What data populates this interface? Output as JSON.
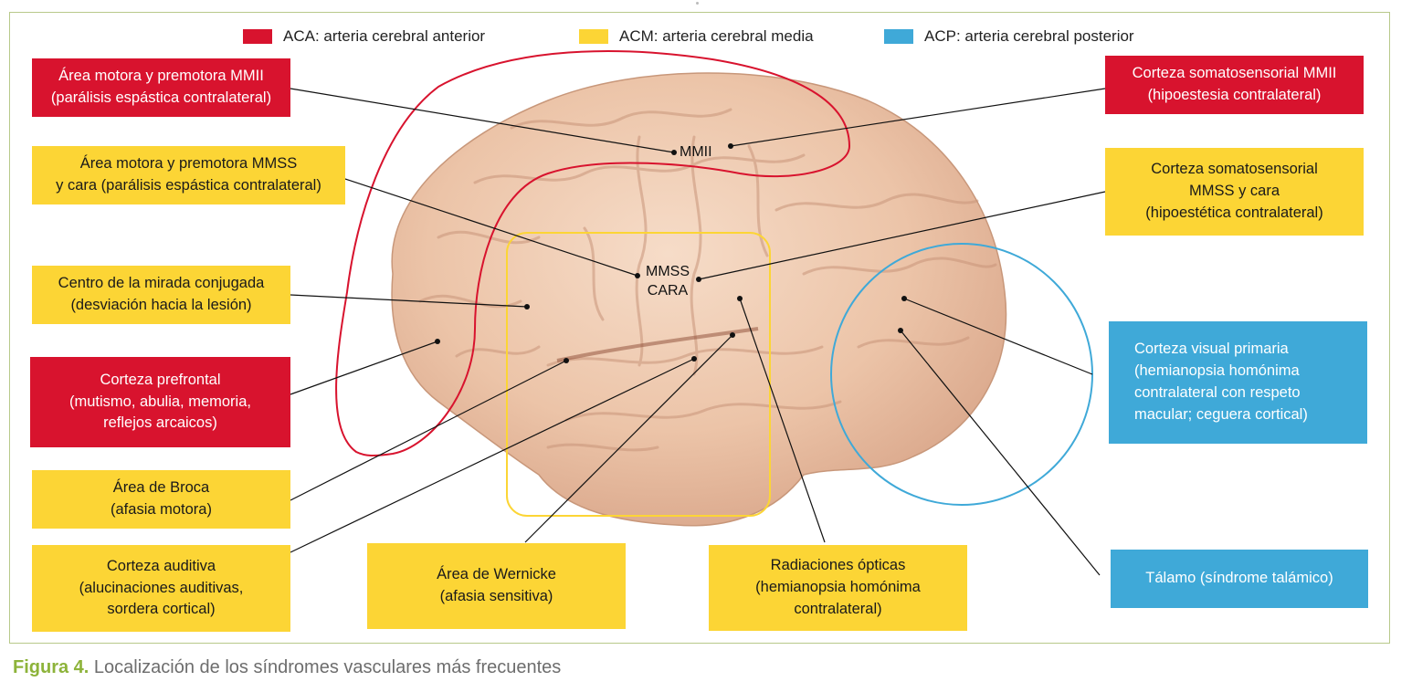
{
  "colors": {
    "aca": "#d8132e",
    "acm": "#fcd535",
    "acp": "#3fa9d8",
    "figure_label": "#8db33a",
    "frame": "#b8c98a"
  },
  "legend": [
    {
      "key": "aca",
      "label": "ACA: arteria cerebral anterior"
    },
    {
      "key": "acm",
      "label": "ACM: arteria cerebral media"
    },
    {
      "key": "acp",
      "label": "ACP: arteria cerebral posterior"
    }
  ],
  "labels": {
    "motora_mmii": "Área motora y premotora MMII\n(parálisis espástica contralateral)",
    "motora_mmss": "Área motora y premotora MMSS\ny cara (parálisis espástica contralateral)",
    "mirada": "Centro de la mirada conjugada\n(desviación hacia la lesión)",
    "prefrontal": "Corteza prefrontal\n(mutismo, abulia, memoria,\nreflejos arcaicos)",
    "broca": "Área de Broca\n(afasia motora)",
    "auditiva": "Corteza auditiva\n(alucinaciones auditivas,\nsordera cortical)",
    "wernicke": "Área de Wernicke\n(afasia sensitiva)",
    "radiaciones": "Radiaciones ópticas\n(hemianopsia homónima\ncontralateral)",
    "somato_mmii": "Corteza somatosensorial MMII\n(hipoestesia contralateral)",
    "somato_mmss": "Corteza somatosensorial\nMMSS y cara\n(hipoestética contralateral)",
    "visual": "Corteza visual primaria\n(hemianopsia homónima\ncontralateral con respeto\nmacular; ceguera cortical)",
    "talamo": "Tálamo (síndrome talámico)"
  },
  "brain_labels": {
    "mmii": "MMII",
    "mmss": "MMSS\nCARA"
  },
  "caption": {
    "figure": "Figura 4.",
    "text": " Localización de los síndromes vasculares más frecuentes"
  }
}
